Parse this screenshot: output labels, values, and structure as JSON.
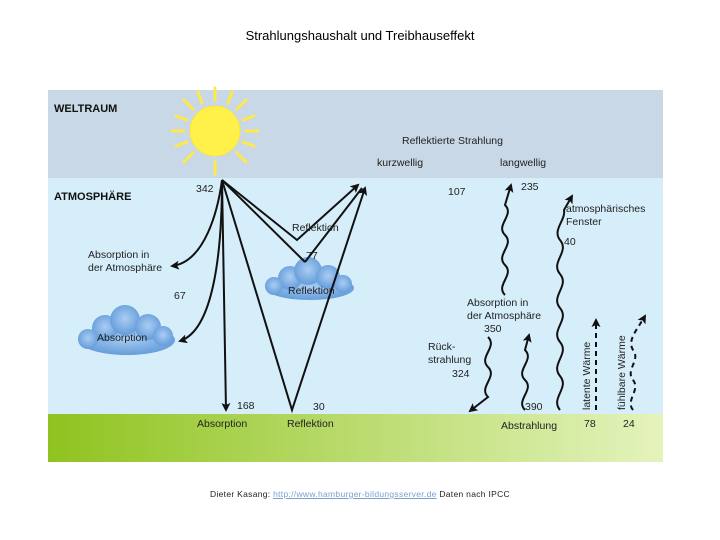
{
  "title": "Strahlungshaushalt und Treibhauseffekt",
  "zones": {
    "space": "WELTRAUM",
    "atmosphere": "ATMOSPHÄRE"
  },
  "labels": {
    "reflected": "Reflektierte Strahlung",
    "shortwave": "kurzwellig",
    "longwave": "langwellig",
    "incoming": "342",
    "out_short": "107",
    "out_long": "235",
    "reflection_clouds_top": "Reflektion",
    "reflection_clouds_value": "77",
    "cloud_reflection": "Reflektion",
    "absorption_atm_line1": "Absorption in",
    "absorption_atm_line2": "der Atmosphäre",
    "absorption_value": "67",
    "cloud_absorption": "Absorption",
    "window_line1": "atmosphärisches",
    "window_line2": "Fenster",
    "window_value": "40",
    "atm_absorb_line1": "Absorption in",
    "atm_absorb_line2": "der Atmosphäre",
    "atm_absorb_value": "350",
    "back_line1": "Rück-",
    "back_line2": "strahlung",
    "back_value": "324",
    "latent": "latente Wärme",
    "sensible": "fühlbare Wärme",
    "ground_absorb_value": "168",
    "ground_absorb": "Absorption",
    "ground_reflect_value": "30",
    "ground_reflect": "Reflektion",
    "emission_value": "390",
    "emission": "Abstrahlung",
    "latent_value": "78",
    "sensible_value": "24"
  },
  "colors": {
    "space": "#c9d8e6",
    "atmosphere": "#d6eefa",
    "ground_left": "#8fc31f",
    "ground_right": "#dff0b0",
    "sun": "#fff04a",
    "cloud": "#6fa6e2",
    "arrow": "#111111"
  },
  "footer": {
    "author": "Dieter Kasang: ",
    "link": "http://www.hamburger-bildungsserver.de",
    "source": " Daten nach IPCC"
  }
}
